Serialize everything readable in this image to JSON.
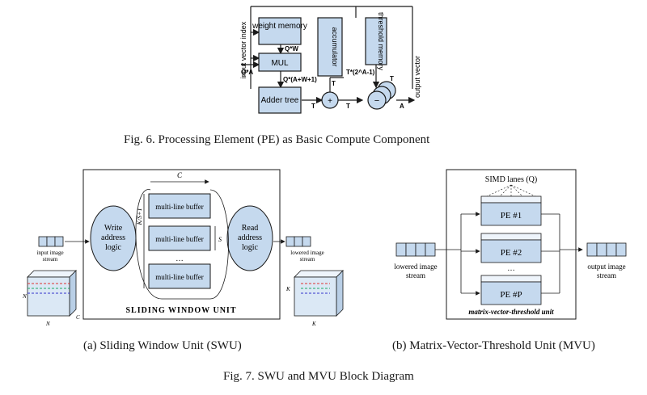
{
  "fig6": {
    "blocks": {
      "weight_memory": "weight memory",
      "mul": "MUL",
      "adder_tree": "Adder tree",
      "accumulator": "accumulator",
      "threshold_memory": "threshold memory"
    },
    "labels": {
      "input_vector_index": "input vector index",
      "qw": "Q*W",
      "qa": "Q*A",
      "qawl": "Q*(A+W+1)",
      "t1": "T",
      "t2": "T",
      "t3": "T",
      "t4": "T",
      "t_exp": "T*(2^A-1)",
      "a": "A",
      "output_vector": "output vector",
      "plus": "+",
      "minus": "−"
    },
    "caption": "Fig. 6.  Processing Element (PE) as Basic Compute Component"
  },
  "fig7": {
    "swu": {
      "title": "SLIDING WINDOW UNIT",
      "write_logic": "Write address logic",
      "read_logic": "Read address logic",
      "buffer1": "multi-line buffer",
      "buffer2": "multi-line buffer",
      "buffer3": "multi-line buffer",
      "dots": "…",
      "c_top": "C",
      "ks1": "K/S+1",
      "s": "S",
      "input_stream": "input image stream",
      "lowered_stream": "lowered image stream",
      "n_left": "N",
      "n_bottom": "N",
      "c_cube": "C",
      "k_left": "K",
      "k_bottom": "K",
      "caption": "(a) Sliding Window Unit (SWU)"
    },
    "mvu": {
      "simd": "SIMD lanes (Q)",
      "pe1": "PE #1",
      "pe2": "PE #2",
      "pep": "PE #P",
      "dots": "…",
      "title": "matrix-vector-threshold unit",
      "lowered_stream": "lowered image stream",
      "output_stream": "output image stream",
      "caption": "(b) Matrix-Vector-Threshold Unit (MVU)"
    },
    "caption": "Fig. 7.  SWU and MVU Block Diagram"
  },
  "colors": {
    "block_fill": "#c5d9ee",
    "line": "#1a1a1a",
    "cube_front": "#dbe8f5",
    "cube_top": "#eef4fb",
    "cube_side": "#b9cfe6"
  }
}
